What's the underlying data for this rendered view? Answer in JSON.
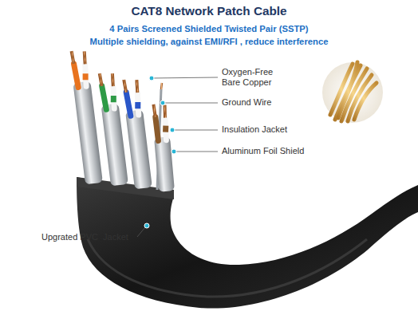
{
  "diagram": {
    "title": "CAT8 Network Patch Cable",
    "labels": [
      "4 Pairs Screened Shielded Twisted Pair (SSTP)",
      "Multiple shielding, against EMI/RFI , reduce interference",
      "Oxygen-Free Bare Copper",
      "Ground Wire",
      "Insulation Jacket",
      "Aluminum Foil Shield",
      "Upgrated PVC  Jacket"
    ]
  }
}
